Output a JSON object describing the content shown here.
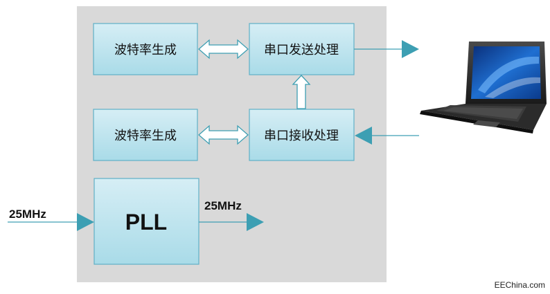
{
  "colors": {
    "panel": "#d9d9d9",
    "box_fill_top": "#d6eef5",
    "box_fill_bottom": "#a9dbe8",
    "box_stroke": "#5fb0c6",
    "arrow": "#3d9fb3",
    "double_arrow_fill": "#ffffff",
    "double_arrow_stroke": "#3d9fb3"
  },
  "blocks": {
    "baud_gen_1": "波特率生成",
    "uart_tx": "串口发送处理",
    "baud_gen_2": "波特率生成",
    "uart_rx": "串口接收处理",
    "pll": "PLL"
  },
  "signals": {
    "clk_in": "25MHz",
    "clk_out": "25MHz"
  },
  "icons": {
    "computer": "laptop-icon"
  },
  "watermark": "EEChina.com"
}
